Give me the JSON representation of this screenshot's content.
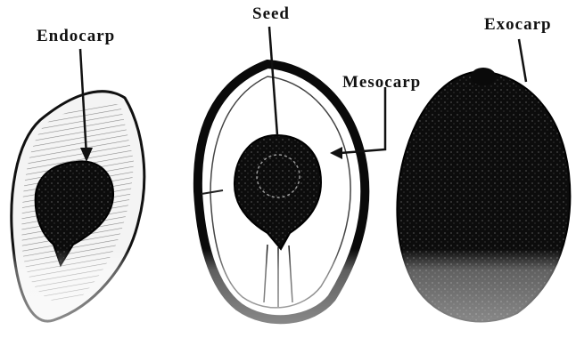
{
  "labels": {
    "endocarp": "Endocarp",
    "seed": "Seed",
    "mesocarp": "Mesocarp",
    "exocarp": "Exocarp"
  },
  "colors": {
    "ink": "#111111",
    "background": "#ffffff"
  }
}
